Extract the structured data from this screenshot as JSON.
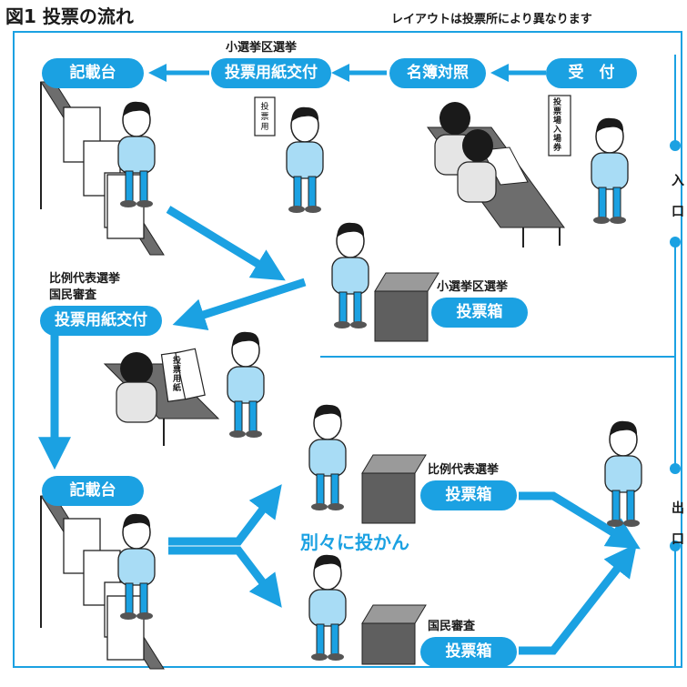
{
  "header": {
    "title": "図1 投票の流れ",
    "note": "レイアウトは投票所により異なります"
  },
  "steps": {
    "reception": "受　付",
    "roster_check": "名簿対照",
    "ballot_issue_single": "投票用紙交付",
    "ballot_issue_single_caption": "小選挙区選挙",
    "writing_desk_1": "記載台",
    "ballot_issue_pr": "投票用紙交付",
    "ballot_issue_pr_caption_1": "比例代表選挙",
    "ballot_issue_pr_caption_2": "国民審査",
    "writing_desk_2": "記載台"
  },
  "boxes": {
    "single_caption": "小選挙区選挙",
    "single_label": "投票箱",
    "pr_caption": "比例代表選挙",
    "pr_label": "投票箱",
    "review_caption": "国民審査",
    "review_label": "投票箱"
  },
  "separate_note": "別々に投かん",
  "doors": {
    "entrance": "入口",
    "exit": "出口",
    "entrance_chars": [
      "入",
      "口"
    ],
    "exit_chars": [
      "出",
      "口"
    ]
  },
  "papers": {
    "ticket": "投票場入場券",
    "ballot": "投票用紙"
  },
  "colors": {
    "accent": "#1ba1e2",
    "shirt": "#a8dcf5",
    "desk": "#6d6d6d",
    "box": "#5f5f5f"
  }
}
